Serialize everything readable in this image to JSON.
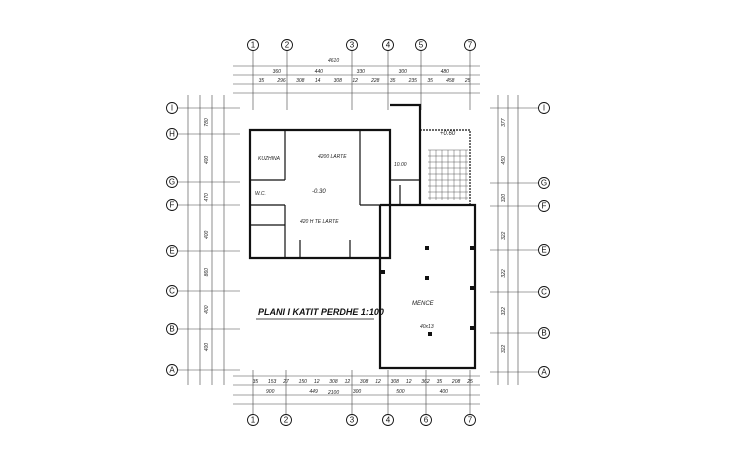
{
  "title": "PLANI I KATIT PERDHE 1:100",
  "axes": {
    "top": [
      "1",
      "2",
      "3",
      "4",
      "5",
      "7"
    ],
    "bottom": [
      "1",
      "2",
      "3",
      "4",
      "6",
      "7"
    ],
    "left": [
      "I",
      "H",
      "G",
      "F",
      "E",
      "C",
      "B",
      "A"
    ],
    "right": [
      "I",
      "G",
      "F",
      "E",
      "C",
      "B",
      "A"
    ]
  },
  "rooms": {
    "hall": "-0.30",
    "main_hall": "MENCE",
    "entry": "+0.60",
    "upper_label": "4200 LARTE",
    "lower_label": "420 H TE LARTE",
    "kitchen": "KUZHINA",
    "wc": "W.C.",
    "stair": "10.00",
    "col": "40x13"
  },
  "dims": {
    "top_row1": "4610",
    "top_row2": [
      "360",
      "440",
      "330",
      "300",
      "480"
    ],
    "top_row3": [
      "35",
      "296",
      "308",
      "14",
      "308",
      "12",
      "228",
      "35",
      "235",
      "35",
      "458",
      "25"
    ],
    "bottom_row1": "2100",
    "bottom_row2": [
      "900",
      "449",
      "300",
      "500",
      "400"
    ],
    "bottom_row3": [
      "35",
      "153",
      "27",
      "150",
      "12",
      "308",
      "12",
      "308",
      "12",
      "308",
      "12",
      "362",
      "35",
      "208",
      "25"
    ],
    "left": [
      "780",
      "400",
      "470",
      "400",
      "860",
      "400",
      "400"
    ],
    "right": [
      "377",
      "450",
      "320",
      "322",
      "322",
      "322",
      "322"
    ]
  }
}
